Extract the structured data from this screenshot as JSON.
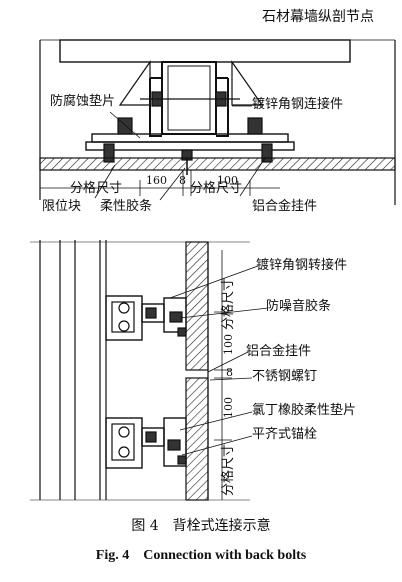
{
  "title": "石材幕墙纵剖节点",
  "top_labels": {
    "anticorrosion_pad": "防腐蚀垫片",
    "galv_angle_connector": "镀锌角钢连接件",
    "grid_size_left": "分格尺寸",
    "grid_size_right": "分格尺寸",
    "limit_block": "限位块",
    "flexible_strip": "柔性胶条",
    "alu_hanger": "铝合金挂件",
    "dim_160": "160",
    "dim_8": "8",
    "dim_100": "100"
  },
  "bottom_labels": {
    "galv_angle_adapter": "镀锌角钢转接件",
    "grid_size_upper": "分格尺寸",
    "noise_strip": "防噪音胶条",
    "dim_100_upper": "100",
    "alu_hanger": "铝合金挂件",
    "dim_8": "8",
    "stainless_bolt": "不锈钢螺钉",
    "dim_100_lower": "100",
    "neoprene_pad": "氯丁橡胶柔性垫片",
    "flush_anchor": "平齐式锚栓",
    "grid_size_lower": "分格尺寸"
  },
  "caption": {
    "cn": "图 4　背栓式连接示意",
    "en": "Fig. 4　Connection with back bolts"
  }
}
